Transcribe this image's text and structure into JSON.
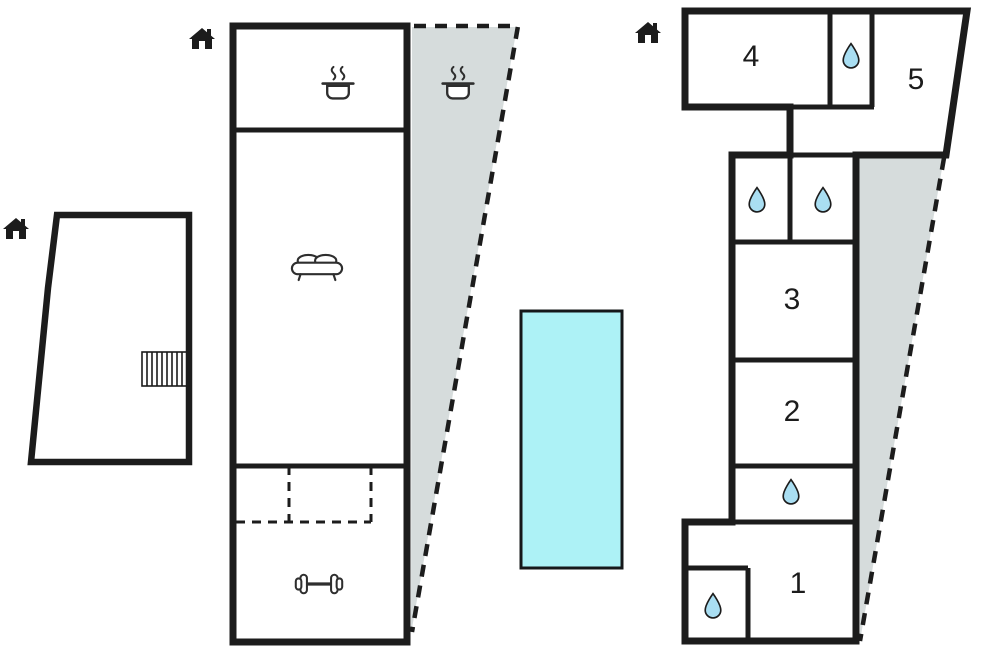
{
  "rooms": {
    "r1": "1",
    "r2": "2",
    "r3": "3",
    "r4": "4",
    "r5": "5"
  },
  "icons": {
    "house_marker": "small black house with chimney",
    "stove": "cooking pot with steam",
    "sofa": "sofa front view",
    "fitness": "dumbbell",
    "bathroom": "water drop",
    "stairs": "hatched steps",
    "pool": "cyan rectangle pool"
  },
  "colors": {
    "wall": "#1c1c1c",
    "terrace": "#d6dcdc",
    "pool": "#adf2f6",
    "drop": "#a9def2",
    "icon": "#2e2e2e",
    "bg": "#ffffff"
  }
}
